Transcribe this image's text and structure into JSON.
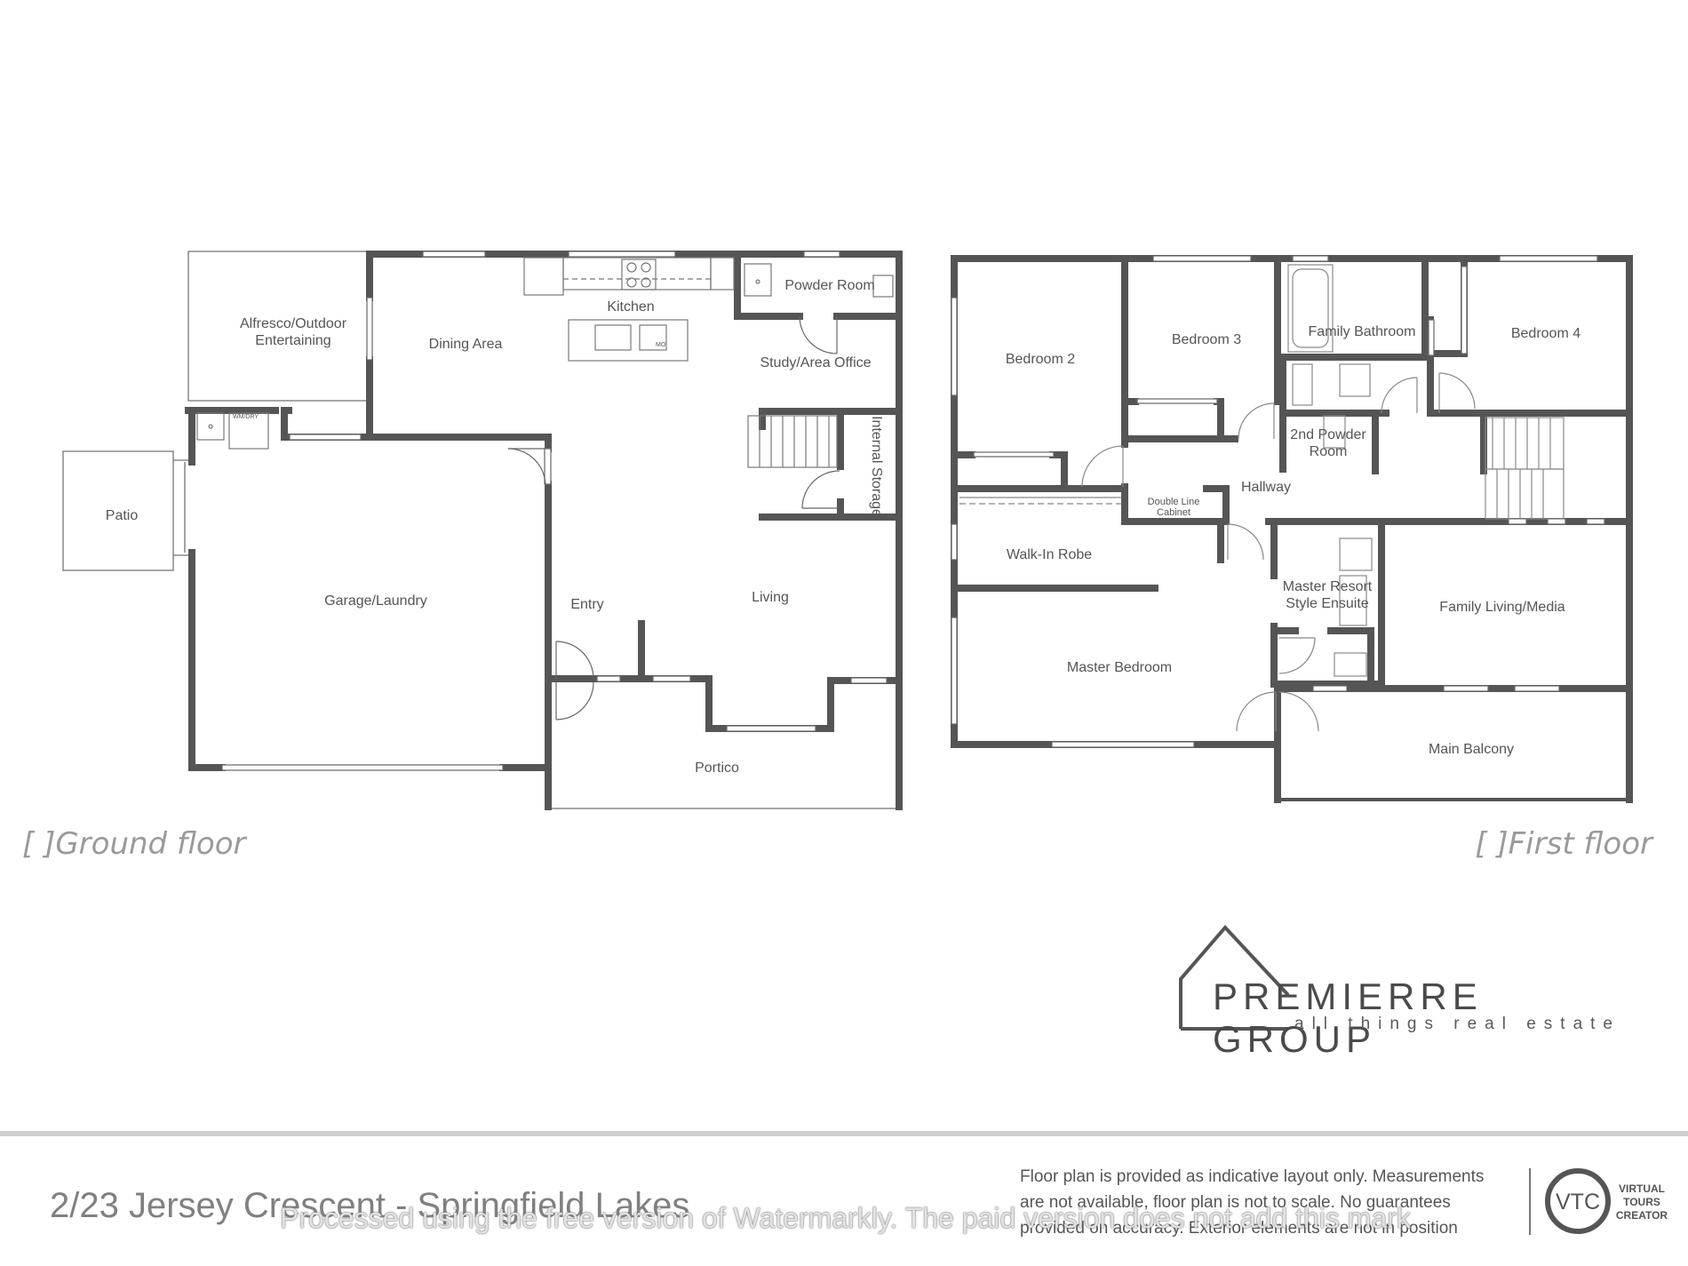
{
  "ground_floor": {
    "caption": "[ ]Ground floor",
    "rooms": {
      "alfresco": "Alfresco/Outdoor\nEntertaining",
      "dining": "Dining Area",
      "kitchen": "Kitchen",
      "powder_room": "Powder Room",
      "study": "Study/Area Office",
      "internal_storage": "Internal Storage",
      "patio": "Patio",
      "garage": "Garage/Laundry",
      "entry": "Entry",
      "living": "Living",
      "portico": "Portico",
      "wm_dry": "WM/DRY",
      "mo": "MO"
    }
  },
  "first_floor": {
    "caption": "[ ]First floor",
    "rooms": {
      "bedroom2": "Bedroom 2",
      "bedroom3": "Bedroom 3",
      "family_bathroom": "Family Bathroom",
      "bedroom4": "Bedroom 4",
      "second_powder": "2nd Powder\nRoom",
      "hallway": "Hallway",
      "double_line_cabinet": "Double Line\nCabinet",
      "walk_in_robe": "Walk-In Robe",
      "master_ensuite": "Master Resort\nStyle Ensuite",
      "family_living": "Family Living/Media",
      "master_bedroom": "Master Bedroom",
      "main_balcony": "Main Balcony"
    }
  },
  "brand": {
    "name": "PREMIERRE GROUP",
    "tagline": "all things real estate"
  },
  "footer": {
    "address": "2/23 Jersey Crescent - Springfield Lakes",
    "disclaimer": "Floor plan is provided as indicative layout only. Measurements are not available, floor plan is not to scale. No guarantees provided on accuracy. Exterior elements are not in position",
    "vtc_badge": "VTC",
    "vtc_text": "VIRTUAL\nTOURS\nCREATOR",
    "watermark": "Processed using the free version of Watermarkly. The paid version does not add this mark"
  },
  "colors": {
    "wall": "#555555",
    "outline": "#888888",
    "label": "#555555",
    "caption": "#9a9a9a"
  }
}
